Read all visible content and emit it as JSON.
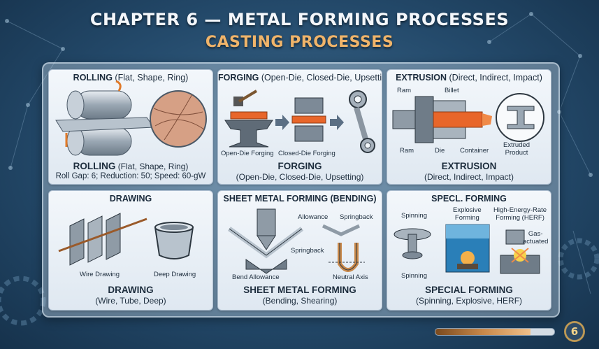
{
  "header": {
    "title": "CHAPTER 6 — METAL FORMING PROCESSES",
    "subtitle": "CASTING PROCESSES"
  },
  "panels": {
    "rolling": {
      "heading_name": "ROLLING",
      "heading_detail": "(Flat, Shape, Ring)",
      "caption_name": "ROLLING",
      "caption_detail": "(Flat, Shape, Ring)",
      "caption_line2": "Roll Gap: 6; Reduction: 50; Speed: 60-gW"
    },
    "forging": {
      "heading_name": "FORGING",
      "heading_detail": "(Open-Die, Closed-Die, Upsetting)",
      "label_open": "Open-Die Forging",
      "label_closed": "Closed-Die Forging",
      "caption_name": "FORGING",
      "caption_line2": "(Open-Die, Closed-Die, Upsetting)"
    },
    "extrusion": {
      "heading_name": "EXTRUSION",
      "heading_detail": "(Direct, Indirect, Impact)",
      "label_ram_top": "Ram",
      "label_billet": "Billet",
      "label_ram_bottom": "Ram",
      "label_die": "Die",
      "label_container": "Container",
      "label_product": "Extruded\nProduct",
      "caption_name": "EXTRUSION",
      "caption_line2": "(Direct, Indirect, Impact)"
    },
    "drawing": {
      "heading_name": "DRAWING",
      "label_wire": "Wire Drawing",
      "label_deep": "Deep Drawing",
      "caption_name": "DRAWING",
      "caption_line2": "(Wire, Tube, Deep)"
    },
    "sheet": {
      "heading_name": "SHEET METAL FORMING (BENDING)",
      "label_allowance": "Allowance",
      "label_springback_top": "Springback",
      "label_springback_mid": "Springback",
      "label_bend_allowance": "Bend Allowance",
      "label_neutral_axis": "Neutral Axis",
      "caption_name": "SHEET METAL FORMING",
      "caption_line2": "(Bending, Shearing)"
    },
    "special": {
      "heading_name": "SPECL. FORMING",
      "label_spinning_top": "Spinning",
      "label_explosive": "Explosive\nForming",
      "label_herf": "High-Energy-Rate\nForming (HERF)",
      "label_gas": "Gas-\nactuated",
      "label_spinning_bottom": "Spinning",
      "caption_name": "SPECIAL FORMING",
      "caption_line2": "(Spinning, Explosive, HERF)"
    }
  },
  "footer": {
    "progress_fraction": 0.8,
    "badge_number": "6"
  },
  "colors": {
    "background": "#244a6b",
    "title": "#f4f7fb",
    "subtitle": "#f0b46a",
    "hot_metal": "#e8662a",
    "steel": "#9aa7b3"
  }
}
